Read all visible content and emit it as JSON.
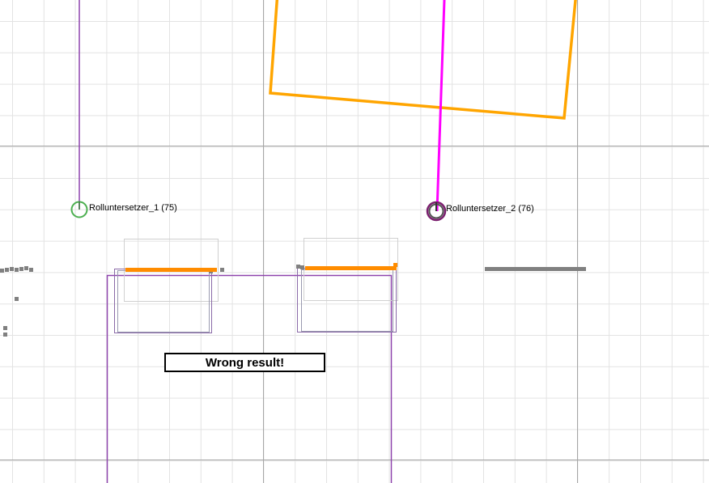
{
  "nodes": [
    {
      "label": "Rolluntersetzer_1 (75)",
      "ring_color": "#4caf50"
    },
    {
      "label": "Rolluntersetzer_2 (76)",
      "ring_color": "#7a1f6e"
    }
  ],
  "message": {
    "text": "Wrong result!"
  },
  "colors": {
    "grid_minor": "#e3e3e3",
    "grid_major": "#a6a6a6",
    "robot_line": "#8e44ad",
    "pointer_line": "#ff00ff",
    "target_frame": "#ffa500",
    "detected_points": "#ff8c00",
    "scan_points": "#808080",
    "roi_box": "#d0d0d0",
    "result_box": "#8a6aa8",
    "error_border": "#000000"
  }
}
